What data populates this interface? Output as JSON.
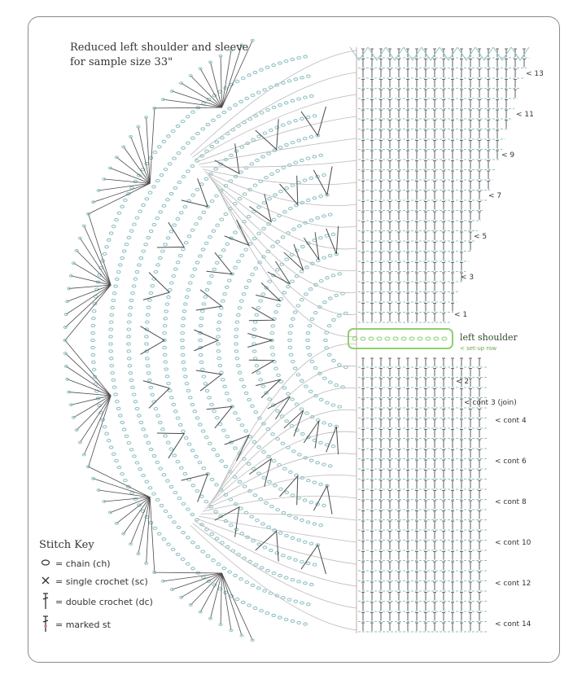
{
  "title": {
    "line1": "Reduced left shoulder and sleeve",
    "line2": "for sample size 33\""
  },
  "shoulder_label": "left shoulder",
  "setup_label": "< set-up row",
  "row_labels_upper": [
    "< 13",
    "< 11",
    "< 9",
    "< 7",
    "< 5",
    "< 3",
    "< 1"
  ],
  "row_labels_lower": [
    "< 2",
    "< cont 3 (join)",
    "< cont 4",
    "< cont 6",
    "< cont 8",
    "< cont 10",
    "< cont 12",
    "< cont 14"
  ],
  "stitch_key": {
    "heading": "Stitch Key",
    "items": [
      {
        "symbol": "chain-icon",
        "label": "= chain (ch)"
      },
      {
        "symbol": "single-crochet-icon",
        "label": "= single crochet (sc)"
      },
      {
        "symbol": "double-crochet-icon",
        "label": "= double crochet (dc)"
      },
      {
        "symbol": "marked-st-icon",
        "label": "= marked st"
      }
    ]
  },
  "colors": {
    "chain": "#8fc1c4",
    "stitch": "#4b4b4b",
    "setup": "#8fcf6e",
    "frame": "#8a8a8a",
    "guide": "#c8a7a7"
  }
}
